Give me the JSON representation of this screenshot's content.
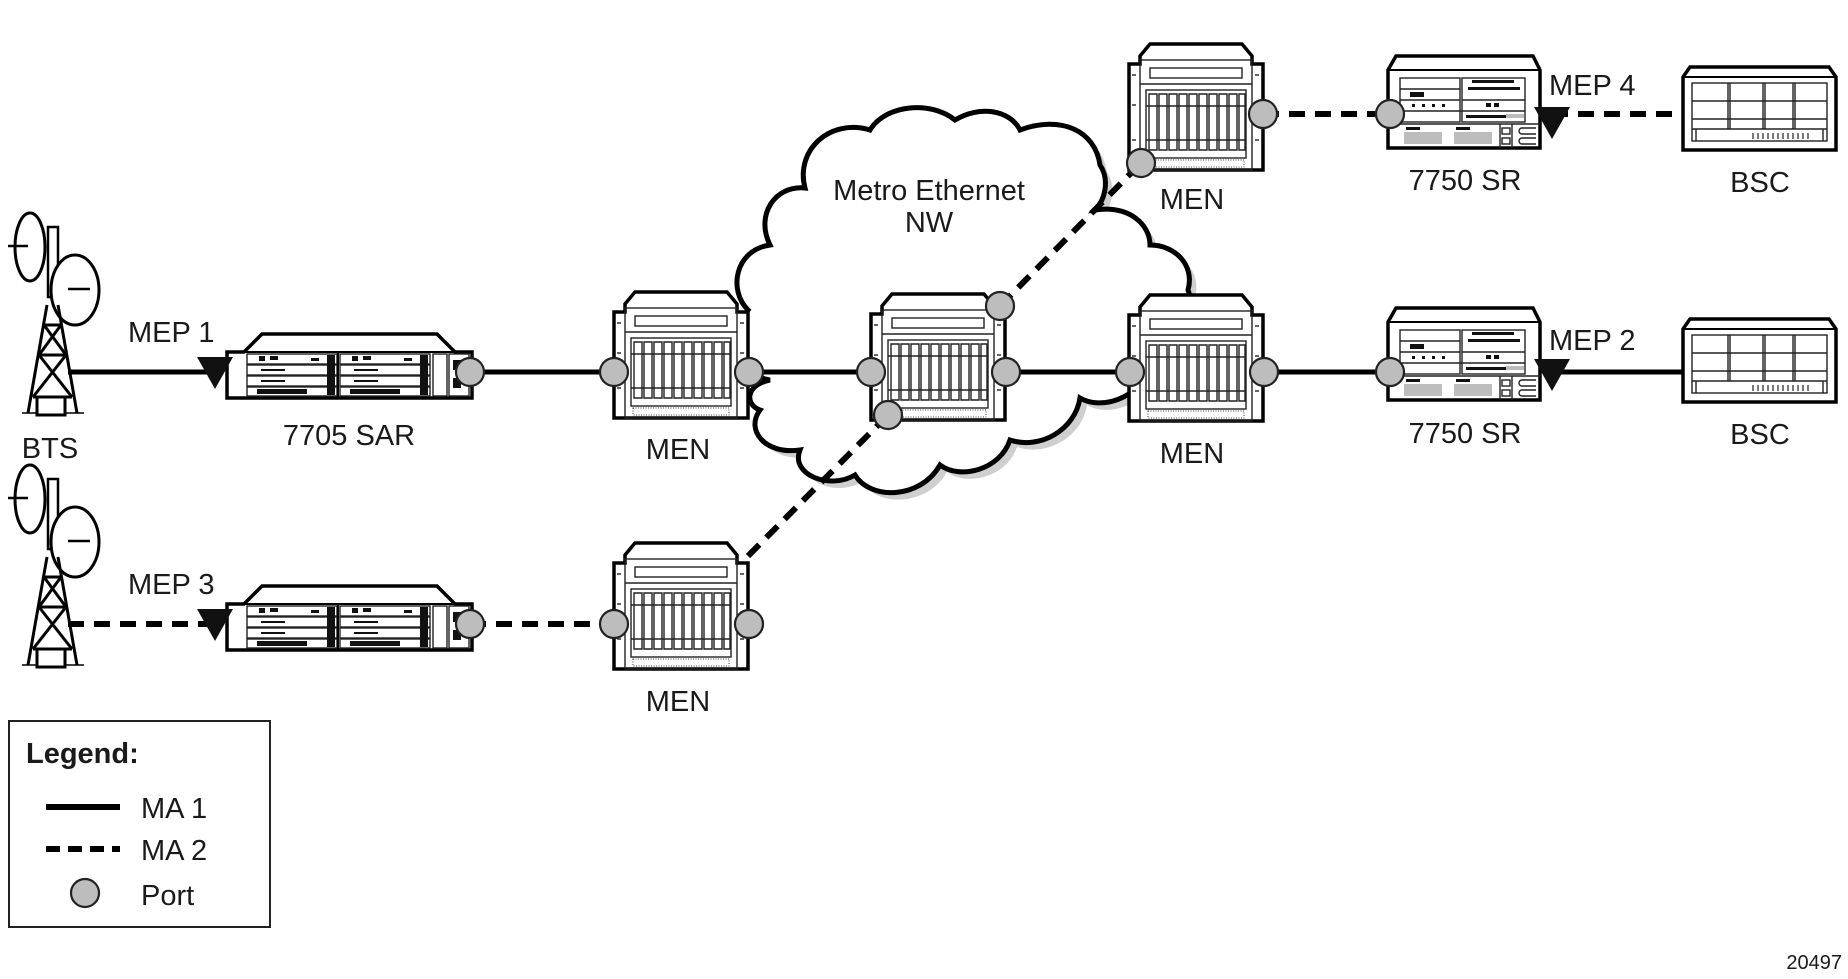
{
  "diagram": {
    "cloud_label_line1": "Metro Ethernet",
    "cloud_label_line2": "NW",
    "figure_id": "20497",
    "nodes": {
      "bts_top": "BTS",
      "sar_top": "7705 SAR",
      "men_left": "MEN",
      "men_bottom": "MEN",
      "men_top": "MEN",
      "men_right": "MEN",
      "sr_top": "7750 SR",
      "sr_middle": "7750 SR",
      "bsc_top": "BSC",
      "bsc_middle": "BSC"
    },
    "meps": {
      "mep1": "MEP 1",
      "mep2": "MEP 2",
      "mep3": "MEP 3",
      "mep4": "MEP 4"
    }
  },
  "legend": {
    "title": "Legend:",
    "items": [
      {
        "symbol": "solid-line",
        "label": "MA 1"
      },
      {
        "symbol": "dashed-line",
        "label": "MA 2"
      },
      {
        "symbol": "port-circle",
        "label": "Port"
      }
    ]
  },
  "colors": {
    "line": "#000000",
    "port_fill": "#bdbdbd",
    "cloud_shadow": "#cfcfcf"
  }
}
